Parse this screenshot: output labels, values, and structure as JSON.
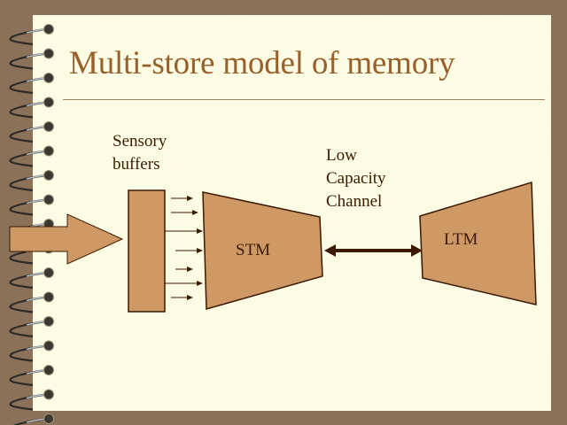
{
  "slide": {
    "title": "Multi-store model of memory"
  },
  "diagram": {
    "colors": {
      "box_fill": "#cf9966",
      "stroke": "#3c1a00",
      "title": "#99602b",
      "paper": "#fcfbe3",
      "background": "#8b7158"
    },
    "nodes": {
      "input_arrow": {
        "label": ""
      },
      "sensory_buffers": {
        "label_line1": "Sensory",
        "label_line2": "buffers"
      },
      "stm": {
        "label": "STM"
      },
      "ltm": {
        "label": "LTM"
      }
    },
    "channel": {
      "label_line1": "Low",
      "label_line2": "Capacity",
      "label_line3": "Channel",
      "direction": "bidirectional"
    },
    "transfer_arrows_count": 7
  }
}
